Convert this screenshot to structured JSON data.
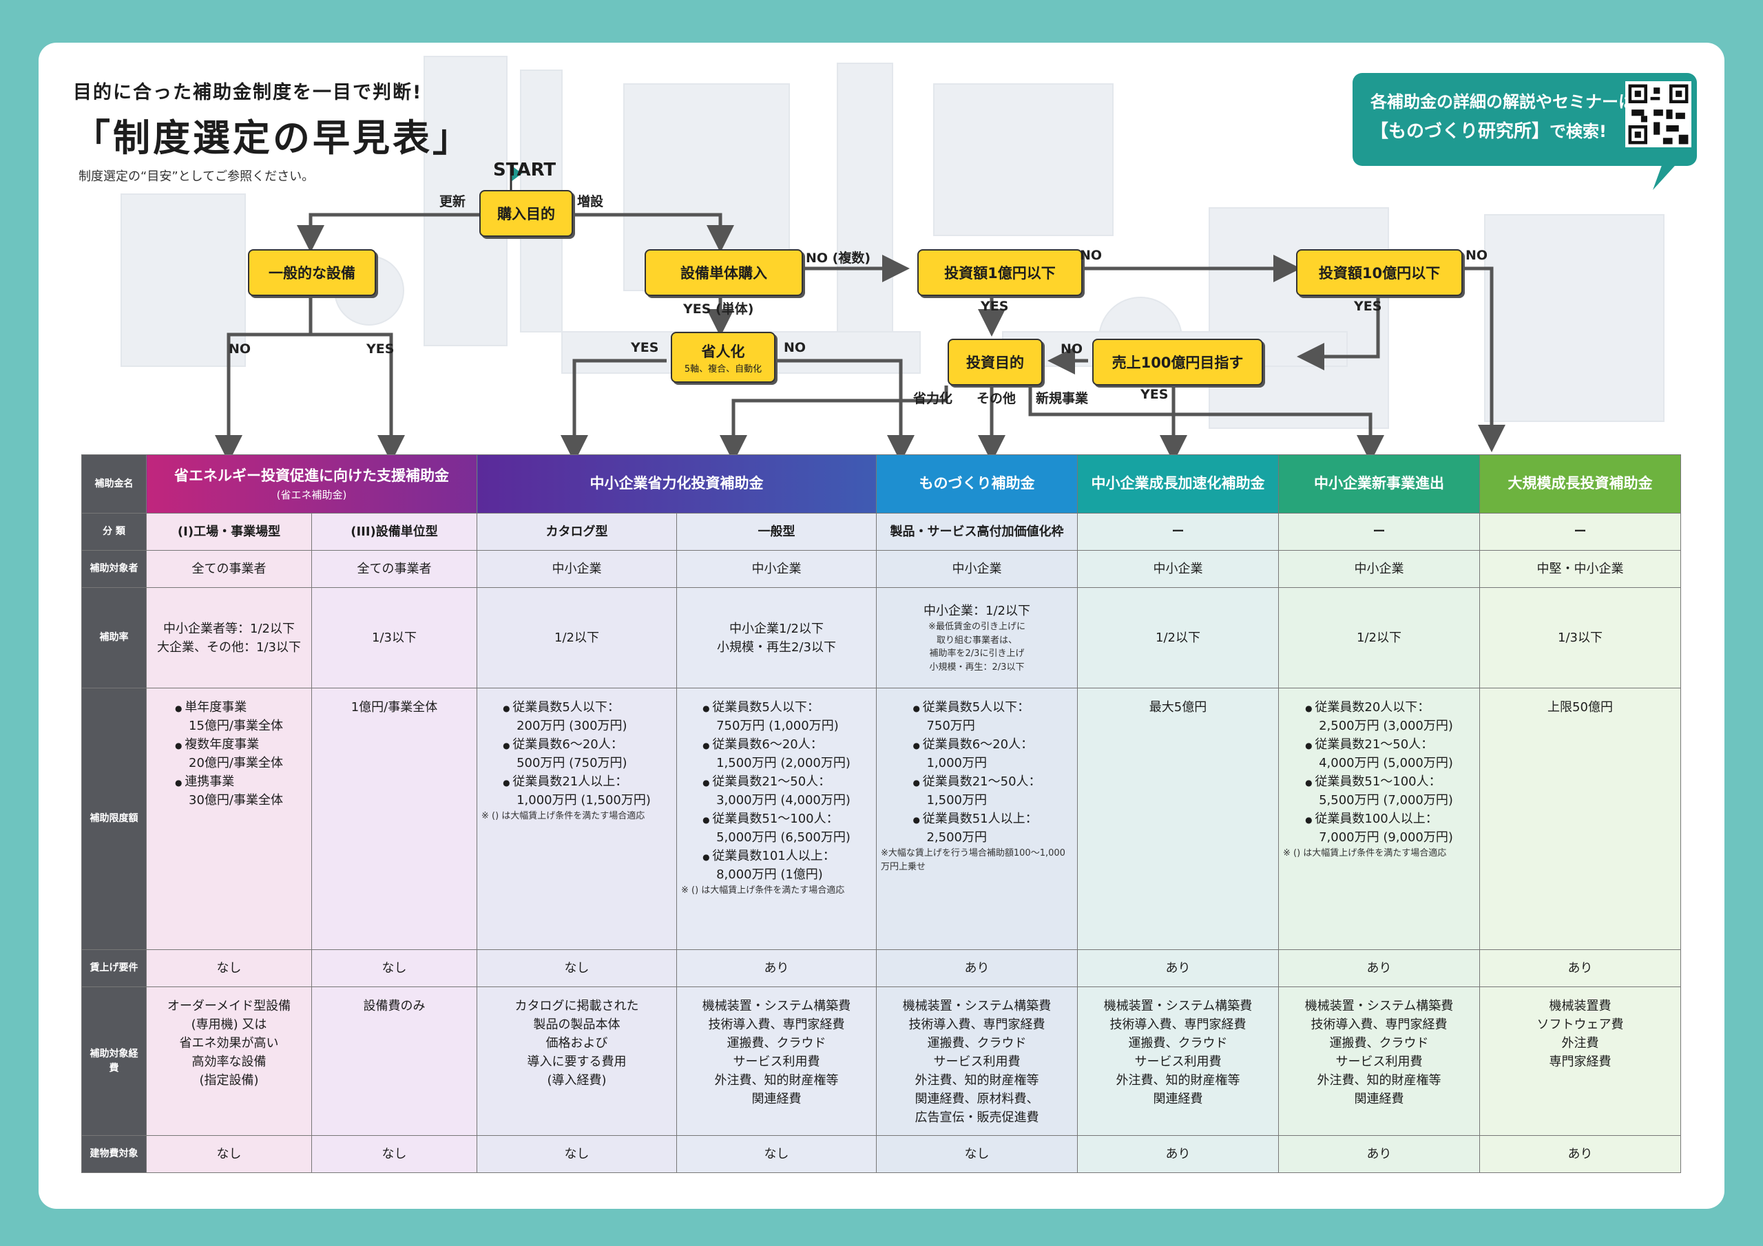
{
  "header": {
    "headline": "目的に合った補助金制度を一目で判断!",
    "title": "「制度選定の早見表」",
    "subtitle": "制度選定の“目安”としてご参照ください。"
  },
  "banner": {
    "line1": "各補助金の詳細の解説やセミナーは",
    "line2_bold": "【ものづくり研究所】",
    "line2_rest": "で検索!"
  },
  "flow": {
    "start": "START",
    "nodes": {
      "purpose": "購入目的",
      "general": "一般的な設備",
      "single": "設備単体購入",
      "inv1": "投資額1億円以下",
      "inv10": "投資額10億円以下",
      "labor": "省人化",
      "labor_sub": "5軸、複合、自動化",
      "invpurpose": "投資目的",
      "sales": "売上100億円目指す"
    },
    "labels": {
      "renew": "更新",
      "expand": "増設",
      "no_multi": "NO (複数)",
      "yes_single": "YES (単体)",
      "no1": "NO",
      "no2": "NO",
      "no3": "NO",
      "no4": "NO",
      "no5": "NO",
      "yes1": "YES",
      "yes2": "YES",
      "yes3": "YES",
      "yes4": "YES",
      "yes5": "YES",
      "labor_saving": "省力化",
      "other": "その他",
      "new_business": "新規事業"
    }
  },
  "table": {
    "row_headers": [
      "補助金名",
      "分 類",
      "補助対象者",
      "補助率",
      "補助限度額",
      "賃上げ要件",
      "補助対象経費",
      "建物費対象"
    ],
    "programs": [
      {
        "name": "省エネルギー投資促進に向けた支援補助金",
        "sub": "(省エネ補助金)",
        "color": "#9b2a86"
      },
      {
        "name": "中小企業省力化投資補助金",
        "color": "#5a3e9e"
      },
      {
        "name": "ものづくり補助金",
        "color": "#1e8fd0"
      },
      {
        "name": "中小企業成長加速化補助金",
        "color": "#17a3a2"
      },
      {
        "name": "中小企業新事業進出",
        "color": "#27a57a"
      },
      {
        "name": "大規模成長投資補助金",
        "color": "#6db33f"
      }
    ],
    "category": [
      "(I)工場・事業場型",
      "(III)設備単位型",
      "カタログ型",
      "一般型",
      "製品・サービス高付加価値化枠",
      "ー",
      "ー",
      "ー"
    ],
    "target": [
      "全ての事業者",
      "全ての事業者",
      "中小企業",
      "中小企業",
      "中小企業",
      "中小企業",
      "中小企業",
      "中堅・中小企業"
    ],
    "rate": {
      "c1": [
        "中小企業者等：1/2以下",
        "大企業、その他：1/3以下"
      ],
      "c2": "1/3以下",
      "c3": "1/2以下",
      "c4": [
        "中小企業1/2以下",
        "小規模・再生2/3以下"
      ],
      "c5": "中小企業：1/2以下",
      "c5_note": [
        "※最低賃金の引き上げに",
        "取り組む事業者は、",
        "補助率を2/3に引き上げ",
        "小規模・再生：2/3以下"
      ],
      "c6": "1/2以下",
      "c7": "1/2以下",
      "c8": "1/3以下"
    },
    "limit": {
      "c1": [
        "単年度事業\n15億円/事業全体",
        "複数年度事業\n20億円/事業全体",
        "連携事業\n30億円/事業全体"
      ],
      "c2": "1億円/事業全体",
      "c3": [
        "従業員数5人以下：\n200万円 (300万円)",
        "従業員数6〜20人：\n500万円 (750万円)",
        "従業員数21人以上：\n1,000万円 (1,500万円)"
      ],
      "c3_note": "※ () は大幅賃上げ条件を満たす場合適応",
      "c4": [
        "従業員数5人以下：\n750万円 (1,000万円)",
        "従業員数6〜20人：\n1,500万円 (2,000万円)",
        "従業員数21〜50人：\n3,000万円 (4,000万円)",
        "従業員数51〜100人：\n5,000万円 (6,500万円)",
        "従業員数101人以上：\n8,000万円 (1億円)"
      ],
      "c4_note": "※ () は大幅賃上げ条件を満たす場合適応",
      "c5": [
        "従業員数5人以下：\n750万円",
        "従業員数6〜20人：\n1,000万円",
        "従業員数21〜50人：\n1,500万円",
        "従業員数51人以上：\n2,500万円"
      ],
      "c5_note": "※大幅な賃上げを行う場合補助額100〜1,000万円上乗せ",
      "c6": "最大5億円",
      "c7": [
        "従業員数20人以下：\n2,500万円 (3,000万円)",
        "従業員数21〜50人：\n4,000万円 (5,000万円)",
        "従業員数51〜100人：\n5,500万円 (7,000万円)",
        "従業員数100人以上：\n7,000万円 (9,000万円)"
      ],
      "c7_note": "※ () は大幅賃上げ条件を満たす場合適応",
      "c8": "上限50億円"
    },
    "wage": [
      "なし",
      "なし",
      "なし",
      "あり",
      "あり",
      "あり",
      "あり",
      "あり"
    ],
    "expenses": [
      "オーダーメイド型設備\n(専用機) 又は\n省エネ効果が高い\n高効率な設備\n(指定設備)",
      "設備費のみ",
      "カタログに掲載された\n製品の製品本体\n価格および\n導入に要する費用\n(導入経費)",
      "機械装置・システム構築費\n技術導入費、専門家経費\n運搬費、クラウド\nサービス利用費\n外注費、知的財産権等\n関連経費",
      "機械装置・システム構築費\n技術導入費、専門家経費\n運搬費、クラウド\nサービス利用費\n外注費、知的財産権等\n関連経費、原材料費、\n広告宣伝・販売促進費",
      "機械装置・システム構築費\n技術導入費、専門家経費\n運搬費、クラウド\nサービス利用費\n外注費、知的財産権等\n関連経費",
      "機械装置・システム構築費\n技術導入費、専門家経費\n運搬費、クラウド\nサービス利用費\n外注費、知的財産権等\n関連経費",
      "機械装置費\nソフトウェア費\n外注費\n専門家経費"
    ],
    "building": [
      "なし",
      "なし",
      "なし",
      "なし",
      "なし",
      "あり",
      "あり",
      "あり"
    ]
  },
  "colors": {
    "accent": "#ffd42a",
    "teal": "#1f9a91",
    "frame": "#6ec4bf"
  }
}
